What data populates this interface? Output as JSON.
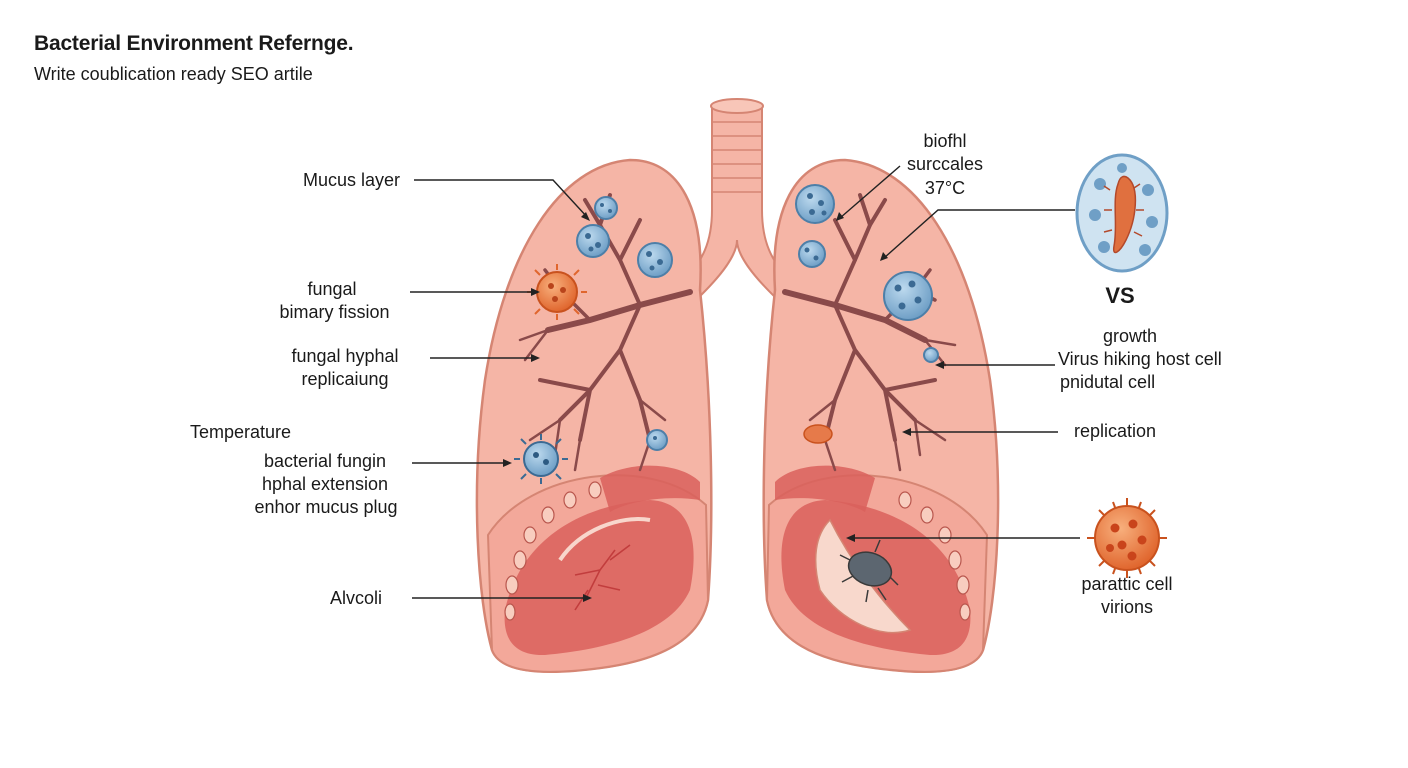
{
  "header": {
    "title": "Bacterial Environment Referngе.",
    "subtitle": "Write coublication ready SEO artile"
  },
  "labels_left": {
    "mucus_layer": "Mucus layer",
    "fungal": "fungal",
    "binary_fission": "bimary fission",
    "fungal_hyphal": "fungal hyphal",
    "replicaiung": "replicaiung",
    "temperature": "Temperature",
    "bacterial_fungin": "bacterial fungin",
    "hphal_extension": "hphal extension",
    "enhor_mucus_plug": "enhor mucus plug",
    "alveoli": "Alvcoli"
  },
  "labels_right": {
    "biofhl": "biofhl",
    "surccales": "surccales",
    "temp_37": "37°C",
    "vs": "VS",
    "growth": "growth",
    "virus_hiking": "Virus hiking host cell",
    "pnidutal_cell": "pnidutal cell",
    "replication": "replication",
    "parattic_cell": "parattic cell",
    "virions": "virions"
  },
  "colors": {
    "lung_fill": "#f5b5a6",
    "lung_stroke": "#d58573",
    "bronchi": "#8a4a4a",
    "microbe_blue": "#8bb8d8",
    "microbe_orange": "#f08a4b",
    "blood_vessel": "#d9605c",
    "leader_line": "#222222"
  }
}
